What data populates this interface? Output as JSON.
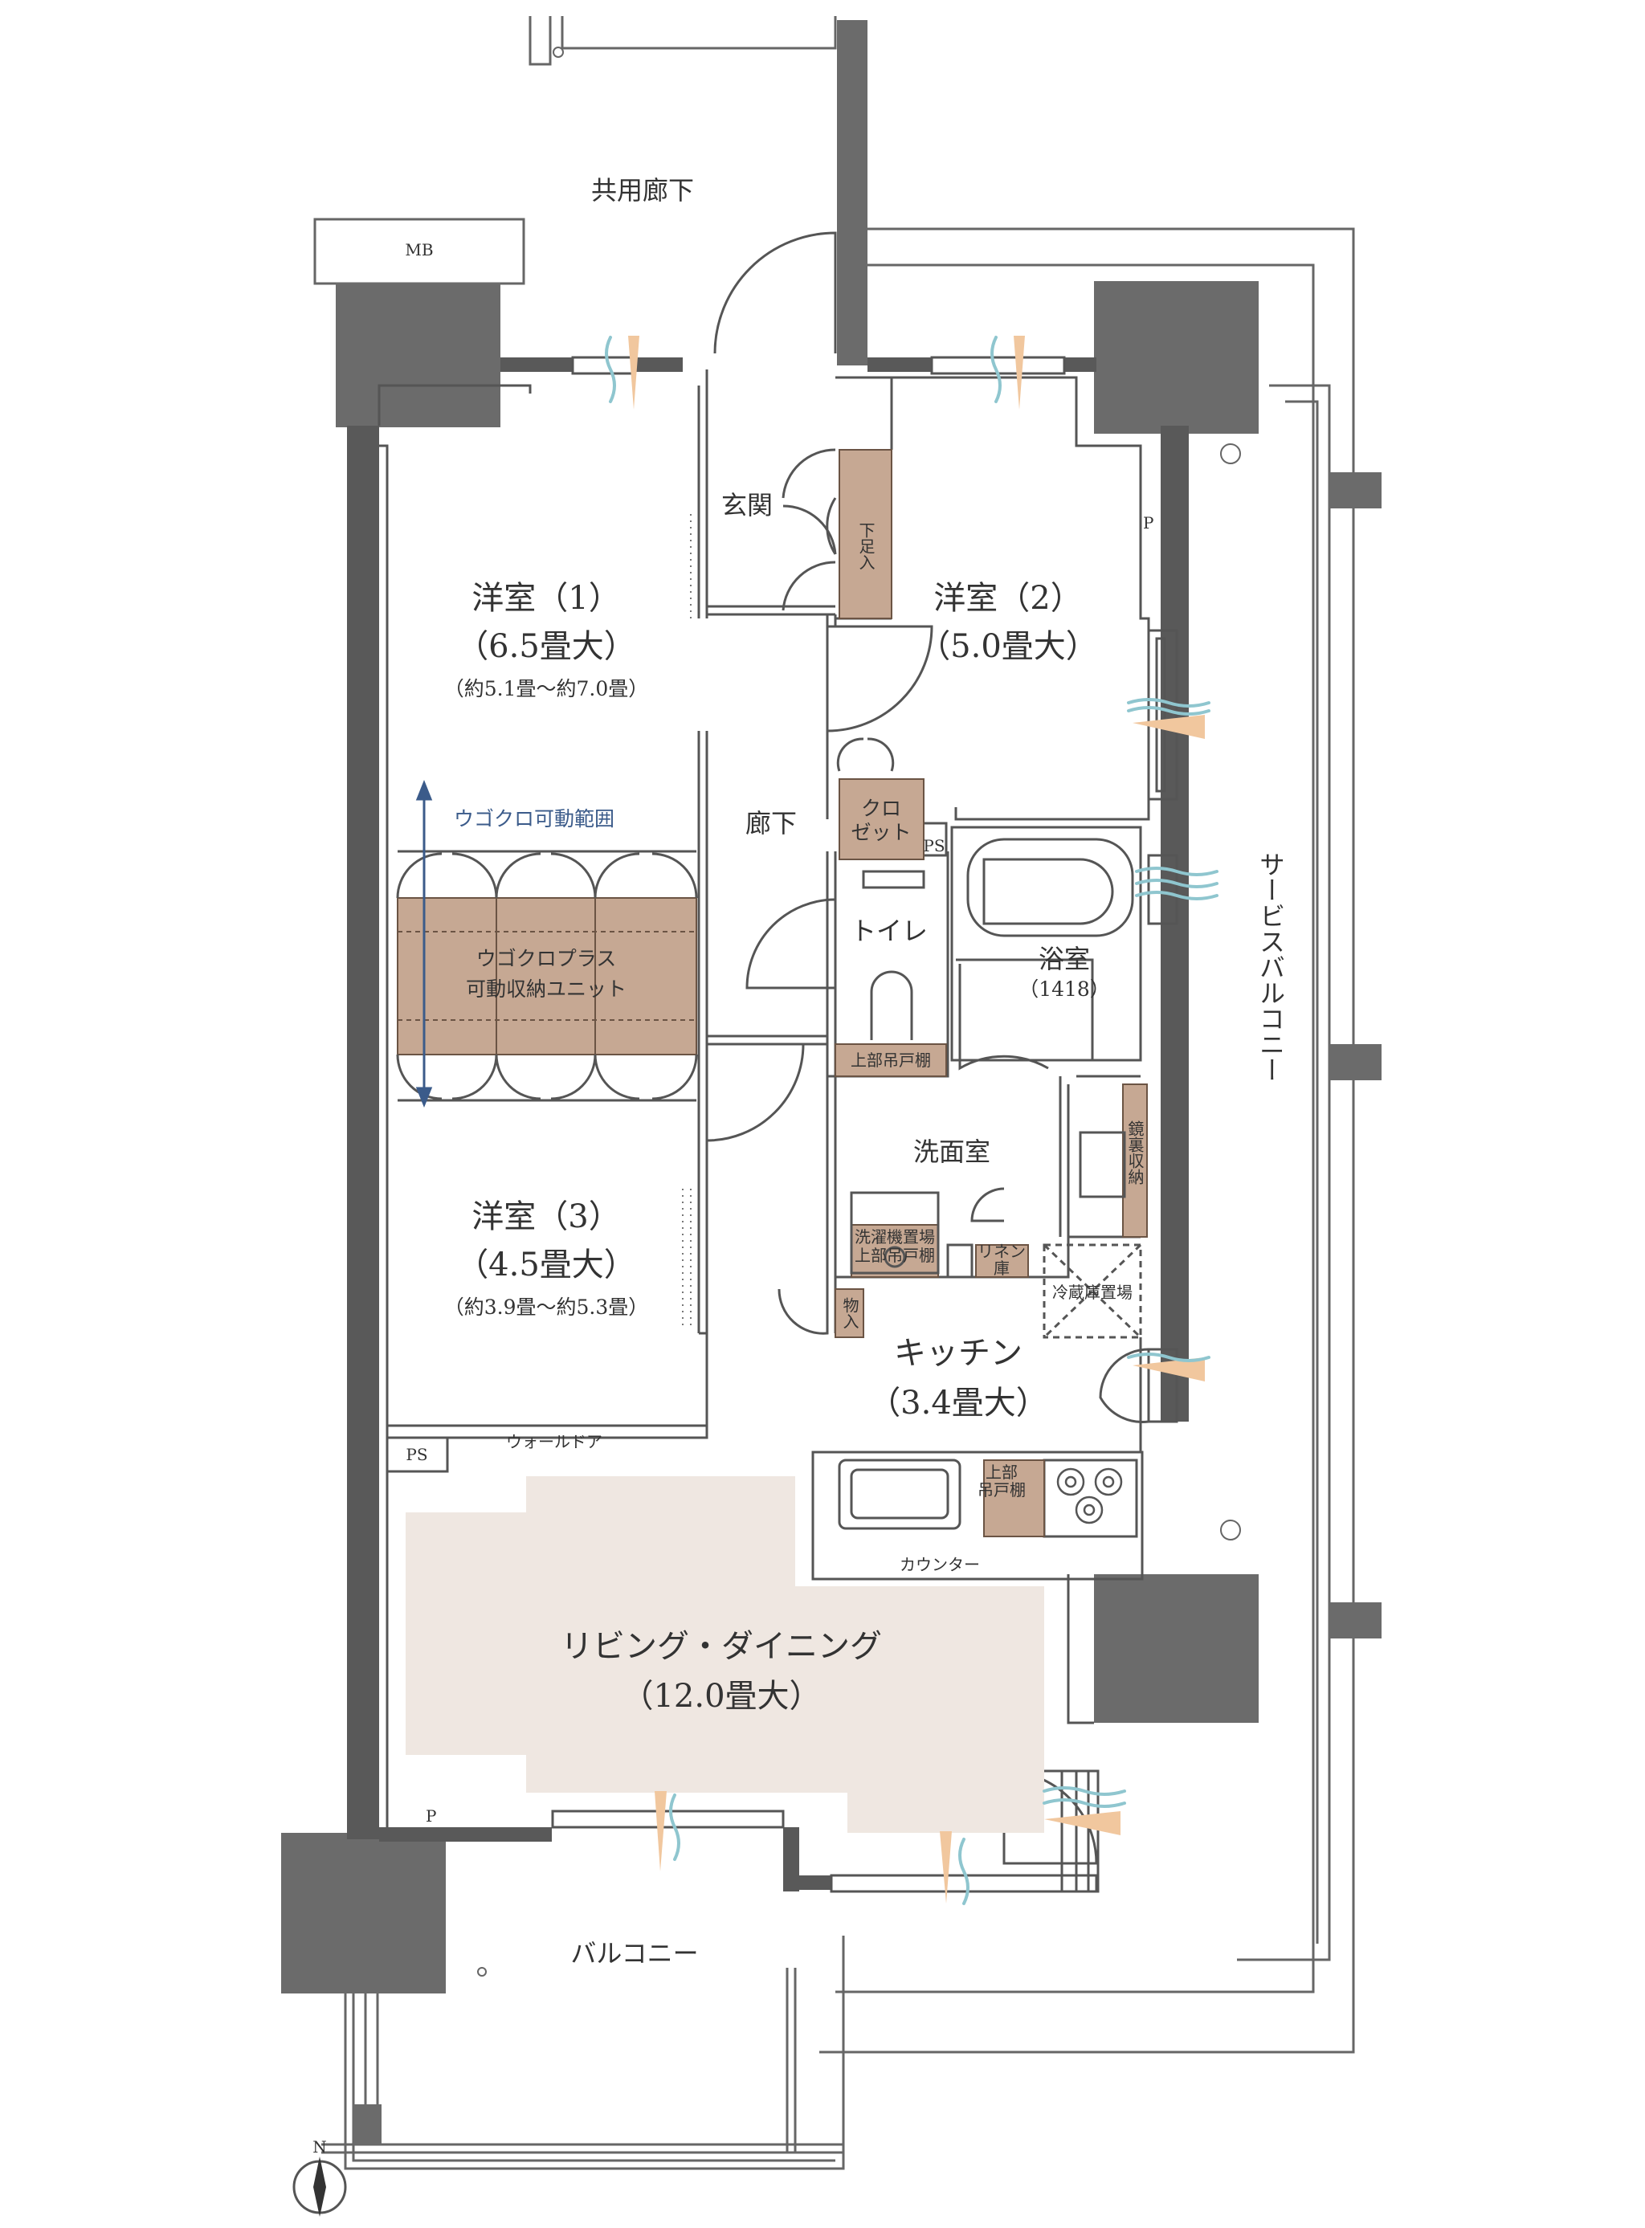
{
  "rooms": {
    "corridor_common": "共用廊下",
    "mb": "MB",
    "entrance": "玄関",
    "shoe_storage": "下足入",
    "p_top": "P",
    "western1_name": "洋室（1）",
    "western1_size": "（6.5畳大）",
    "western1_range": "（約5.1畳～約7.0畳）",
    "western2_name": "洋室（2）",
    "western2_size": "（5.0畳大）",
    "hallway": "廊下",
    "closet": "クロ\nゼット",
    "ps_small": "PS",
    "ugokuro_range": "ウゴクロ可動範囲",
    "ugokuro_unit_line1": "ウゴクロプラス",
    "ugokuro_unit_line2": "可動収納ユニット",
    "toilet": "トイレ",
    "upper_cabinet": "上部吊戸棚",
    "bath_name": "浴室",
    "bath_size": "（1418）",
    "service_balcony": "サービスバルコニー",
    "washroom": "洗面室",
    "mirror_storage": "鏡裏収納",
    "laundry_line1": "洗濯機置場",
    "laundry_line2": "上部吊戸棚",
    "linen": "リネン\n庫",
    "storage": "物入",
    "fridge": "冷蔵庫置場",
    "western3_name": "洋室（3）",
    "western3_size": "（4.5畳大）",
    "western3_range": "（約3.9畳～約5.3畳）",
    "kitchen_name": "キッチン",
    "kitchen_size": "（3.4畳大）",
    "ps_lower": "PS",
    "wall_door": "ウォールドア",
    "kitchen_upper_cabinet": "上部\n吊戸棚",
    "counter": "カウンター",
    "living_name": "リビング・ダイニング",
    "living_size": "（12.0畳大）",
    "p_lower": "P",
    "balcony": "バルコニー",
    "north": "N"
  },
  "colors": {
    "wall": "#595959",
    "structure": "#6b6b6b",
    "storage_fill": "#c6a893",
    "storage_dark": "#b99378",
    "living_fill": "#efe7e1",
    "wind_blue": "#8fc6cf",
    "wind_orange": "#f1c79e",
    "line": "#555555"
  }
}
